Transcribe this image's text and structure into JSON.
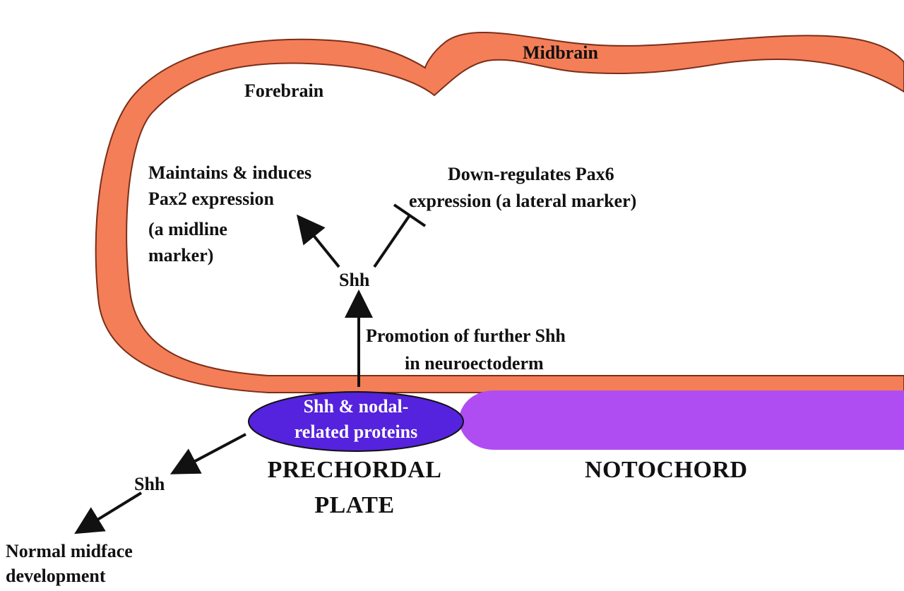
{
  "labels": {
    "forebrain": "Forebrain",
    "midbrain": "Midbrain",
    "maintains": [
      "Maintains & induces",
      "Pax2 expression",
      "(a midline",
      "marker)"
    ],
    "downregulates": [
      "Down-regulates Pax6",
      "expression (a lateral marker)"
    ],
    "shh_center": "Shh",
    "promotion": [
      "Promotion of further Shh",
      "in neuroectoderm"
    ],
    "plate_proteins": [
      "Shh & nodal-",
      "related proteins"
    ],
    "prechordal": [
      "PRECHORDAL",
      "PLATE"
    ],
    "notochord": "NOTOCHORD",
    "shh_left": "Shh",
    "midface": [
      "Normal midface",
      "development"
    ]
  },
  "colors": {
    "neuroectoderm": "#f47e58",
    "prechordal_plate": "#5522dd",
    "notochord": "#b04df2",
    "text": "#111111"
  }
}
